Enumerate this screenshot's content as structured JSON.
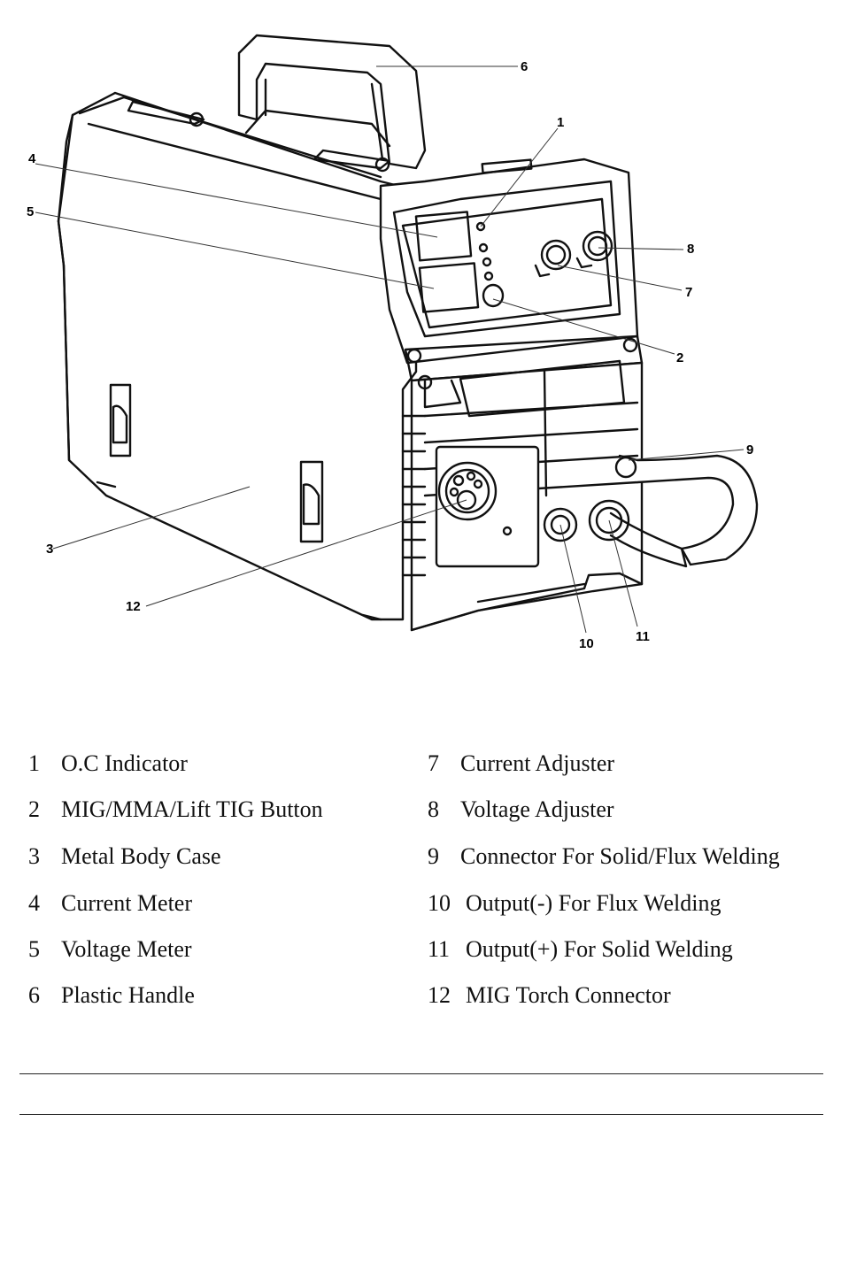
{
  "callouts": [
    {
      "number": "1",
      "label": "O.C Indicator"
    },
    {
      "number": "2",
      "label": "MIG/MMA/Lift TIG Button"
    },
    {
      "number": "3",
      "label": "Metal Body Case"
    },
    {
      "number": "4",
      "label": "Current Meter"
    },
    {
      "number": "5",
      "label": "Voltage Meter"
    },
    {
      "number": "6",
      "label": "Plastic Handle"
    },
    {
      "number": "7",
      "label": "Current Adjuster"
    },
    {
      "number": "8",
      "label": "Voltage Adjuster"
    },
    {
      "number": "9",
      "label": "Connector For Solid/Flux Welding"
    },
    {
      "number": "10",
      "label": "Output(-) For Flux Welding"
    },
    {
      "number": "11",
      "label": "Output(+) For Solid Welding"
    },
    {
      "number": "12",
      "label": "MIG Torch Connector"
    }
  ]
}
